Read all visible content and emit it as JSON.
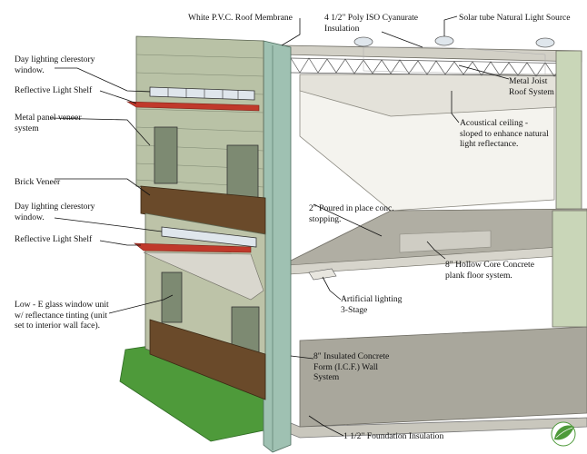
{
  "labels": {
    "pvc_membrane": "White P.V.C. Roof Membrane",
    "iso_insulation": "4 1/2\" Poly ISO Cyanurate\nInsulation",
    "solar_tube": "Solar tube Natural Light Source",
    "metal_joist": "Metal Joist\nRoof System",
    "acoustical_ceiling": "Acoustical ceiling -\nsloped to enhance natural\nlight reflectance.",
    "clerestory_upper": "Day lighting clerestory\nwindow.",
    "light_shelf_upper": "Reflective Light Shelf",
    "metal_veneer": "Metal panel veneer\nsystem",
    "brick_veneer": "Brick Veneer",
    "clerestory_lower": "Day lighting clerestory\nwindow.",
    "light_shelf_lower": "Reflective Light Shelf",
    "low_e_glass": "Low - E glass window unit\nw/ reflectance tinting (unit\nset to interior wall face).",
    "poured_concrete": "2\" Poured in place conc.\nstopping.",
    "hollow_core": "8\" Hollow Core Concrete\nplank floor system.",
    "artificial_lighting": "Artificial lighting\n3-Stage",
    "icf_wall": "8\" Insulated Concrete\nForm (I.C.F.) Wall\nSystem",
    "foundation_insulation": "1 1/2\" Foundation Insulation"
  },
  "colors": {
    "wall_green": "#c9d6b8",
    "wall_green_dark": "#8fa07f",
    "siding": "#b9c2a6",
    "brick": "#6a4a2a",
    "shelf_red": "#c0392b",
    "slab": "#a9a79c",
    "slab_edge": "#d7d5cc",
    "ground": "#4e9a3a",
    "icf": "#9fc1b2"
  },
  "icons": {
    "logo": "leaf-logo-icon"
  }
}
